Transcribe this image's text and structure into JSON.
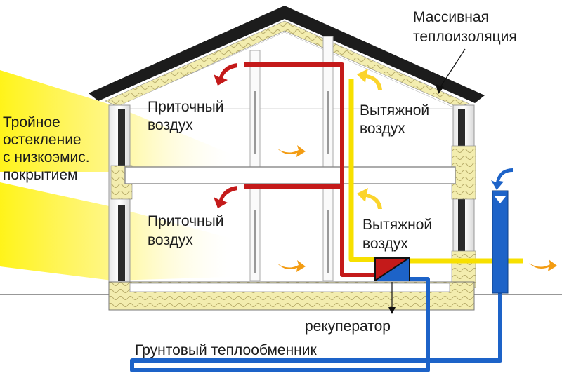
{
  "labels": {
    "insulation_line1": "Массивная",
    "insulation_line2": "теплоизоляция",
    "glazing_line1": "Тройное",
    "glazing_line2": "остекление",
    "glazing_line3": "с низкоэмис.",
    "glazing_line4": "покрытием",
    "supply_top_line1": "Приточный",
    "supply_top_line2": "воздух",
    "exhaust_top_line1": "Вытяжной",
    "exhaust_top_line2": "воздух",
    "supply_bottom_line1": "Приточный",
    "supply_bottom_line2": "воздух",
    "exhaust_bottom_line1": "Вытяжной",
    "exhaust_bottom_line2": "воздух",
    "recuperator": "рекуператор",
    "ground_exchanger": "Грунтовый теплообменник"
  },
  "colors": {
    "supply_duct": "#c41a1a",
    "exhaust_duct": "#f7e000",
    "ground_pipe": "#1d63c8",
    "insulation": "#f3edaf",
    "sunlight": "#fff200",
    "frame": "#555555"
  },
  "icons": {
    "flow_arrows": [
      "curved-arrow-red",
      "curved-arrow-orange",
      "curved-arrow-yellow",
      "curved-arrow-blue"
    ],
    "recuperator": "heat-exchanger-icon"
  }
}
